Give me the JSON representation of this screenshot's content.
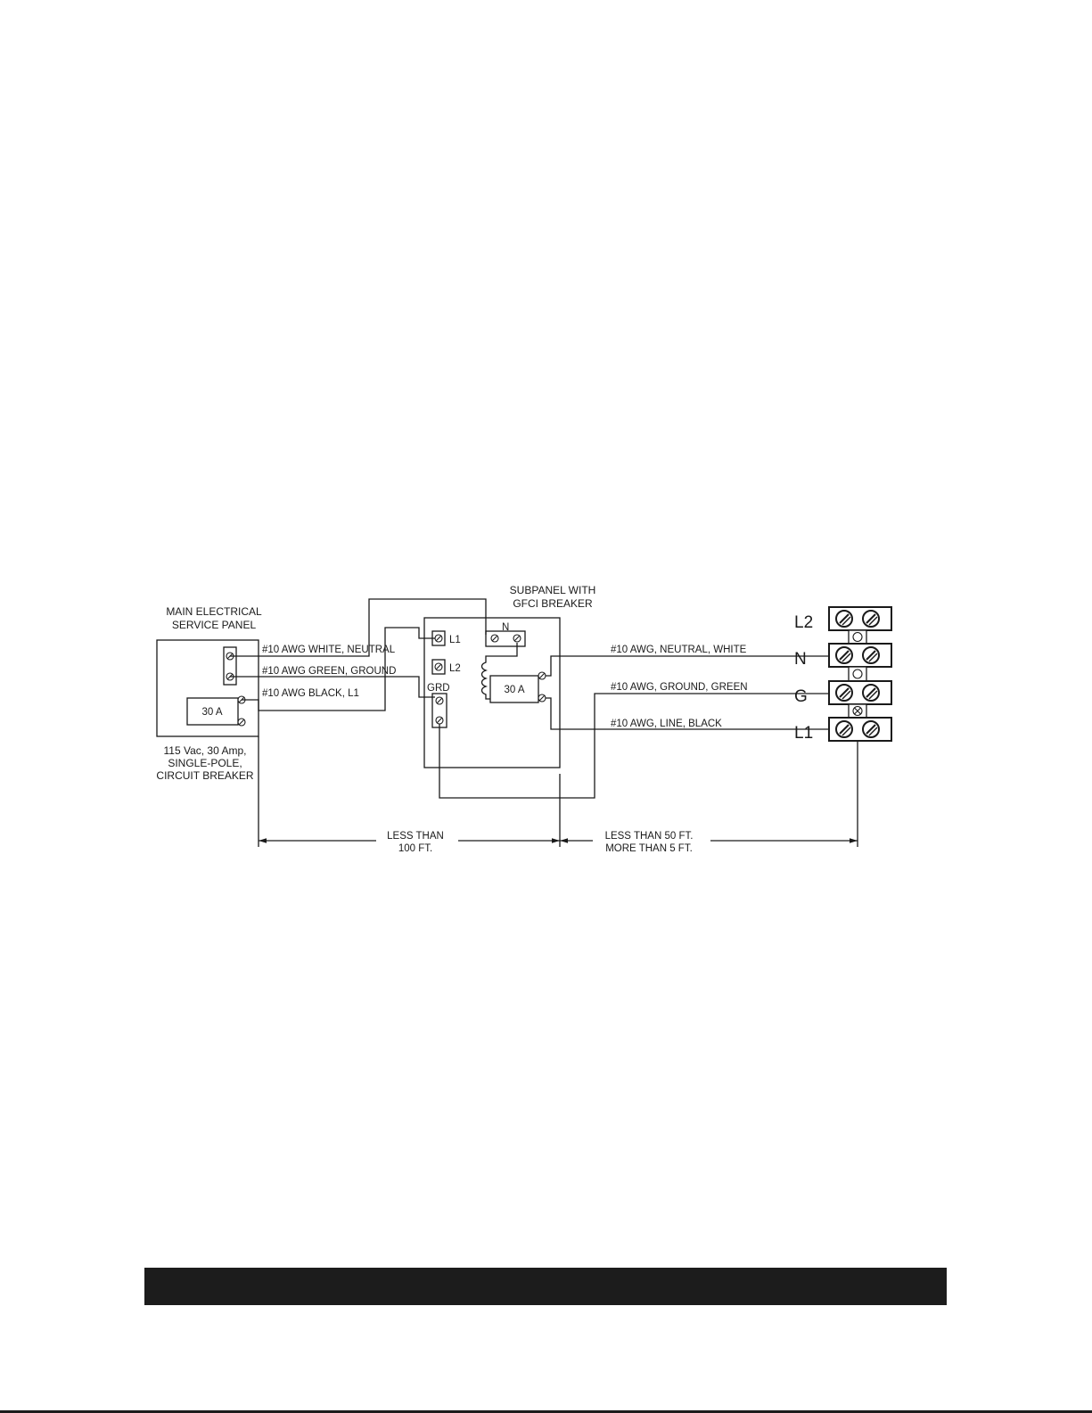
{
  "main_panel": {
    "title_line1": "MAIN ELECTRICAL",
    "title_line2": "SERVICE PANEL",
    "breaker": "30 A",
    "caption_line1": "115 Vac, 30 Amp,",
    "caption_line2": "SINGLE-POLE,",
    "caption_line3": "CIRCUIT BREAKER"
  },
  "subpanel": {
    "title_line1": "SUBPANEL WITH",
    "title_line2": "GFCI BREAKER",
    "terminal_l1": "L1",
    "terminal_l2": "L2",
    "terminal_grd": "GRD",
    "terminal_n": "N",
    "breaker": "30 A"
  },
  "wires_in": {
    "neutral": "#10 AWG WHITE, NEUTRAL",
    "ground": "#10 AWG GREEN, GROUND",
    "line": "#10 AWG BLACK, L1"
  },
  "wires_out": {
    "neutral": "#10 AWG, NEUTRAL, WHITE",
    "ground": "#10 AWG, GROUND, GREEN",
    "line": "#10 AWG, LINE, BLACK"
  },
  "terminal_block": {
    "l2": "L2",
    "n": "N",
    "g": "G",
    "l1": "L1"
  },
  "dimensions": {
    "left_line1": "LESS THAN",
    "left_line2": "100 FT.",
    "right_line1": "LESS THAN 50 FT.",
    "right_line2": "MORE THAN 5 FT."
  }
}
